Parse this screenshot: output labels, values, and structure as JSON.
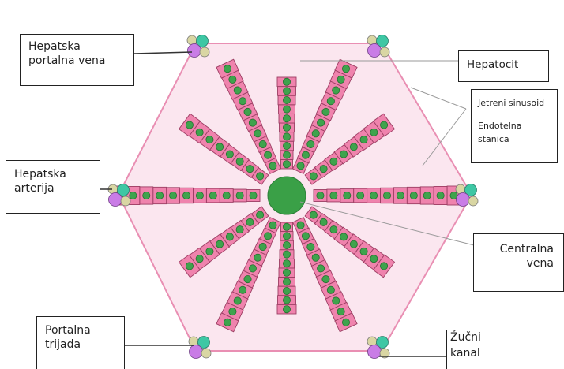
{
  "labels": {
    "hepatic_portal_vein": {
      "line1": "Hepatska",
      "line2": "portalna vena"
    },
    "hepatocyte": {
      "line1": "Hepatocit"
    },
    "sinusoid_endothelial": {
      "sinusoid": "Jetreni sinusoid",
      "endothelial_line1": "Endotelna",
      "endothelial_line2": "stanica"
    },
    "hepatic_artery": {
      "line1": "Hepatska",
      "line2": "arterija"
    },
    "central_vein": {
      "line1": "Centralna",
      "line2": "vena"
    },
    "portal_triad": {
      "line1": "Portalna",
      "line2": "trijada"
    },
    "bile_duct": {
      "line1": "Žučni",
      "line2": "kanal"
    }
  },
  "colors": {
    "lobule_fill": "#fbe6ef",
    "lobule_outline": "#e98fb3",
    "cell_fill": "#ef83ad",
    "cell_border": "#9c3e63",
    "nucleus": "#3fa34d",
    "central_vein": "#3aa047",
    "portal_vein_cell": "#c97ce6",
    "hepatic_artery_cell": "#d9d6a3",
    "bile_duct_cell": "#3ec7a4",
    "leader_line": "#333333",
    "gray_line": "#999999"
  }
}
